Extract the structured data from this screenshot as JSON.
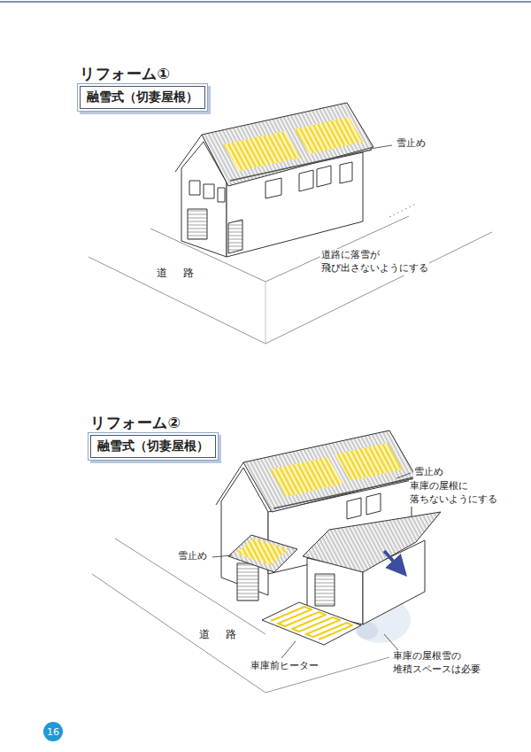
{
  "diagram": {
    "nodes": [
      {
        "text": [
          "リフォーム①",
          "融雪式（切妻屋根）"
        ]
      },
      {
        "text": [
          "リフォーム②",
          "融雪式（切妻屋根）"
        ]
      },
      {
        "text": [
          "16"
        ]
      }
    ],
    "labels": [
      "雪止め",
      "道 路",
      "道路に落雪が 飛び出さないようにする",
      "雪止め",
      "車庫の屋根に 落ちないようにする",
      "雪止め",
      "道 路",
      "車庫前ヒーター",
      "車庫の屋根雪の 堆積スペースは必要"
    ]
  }
}
